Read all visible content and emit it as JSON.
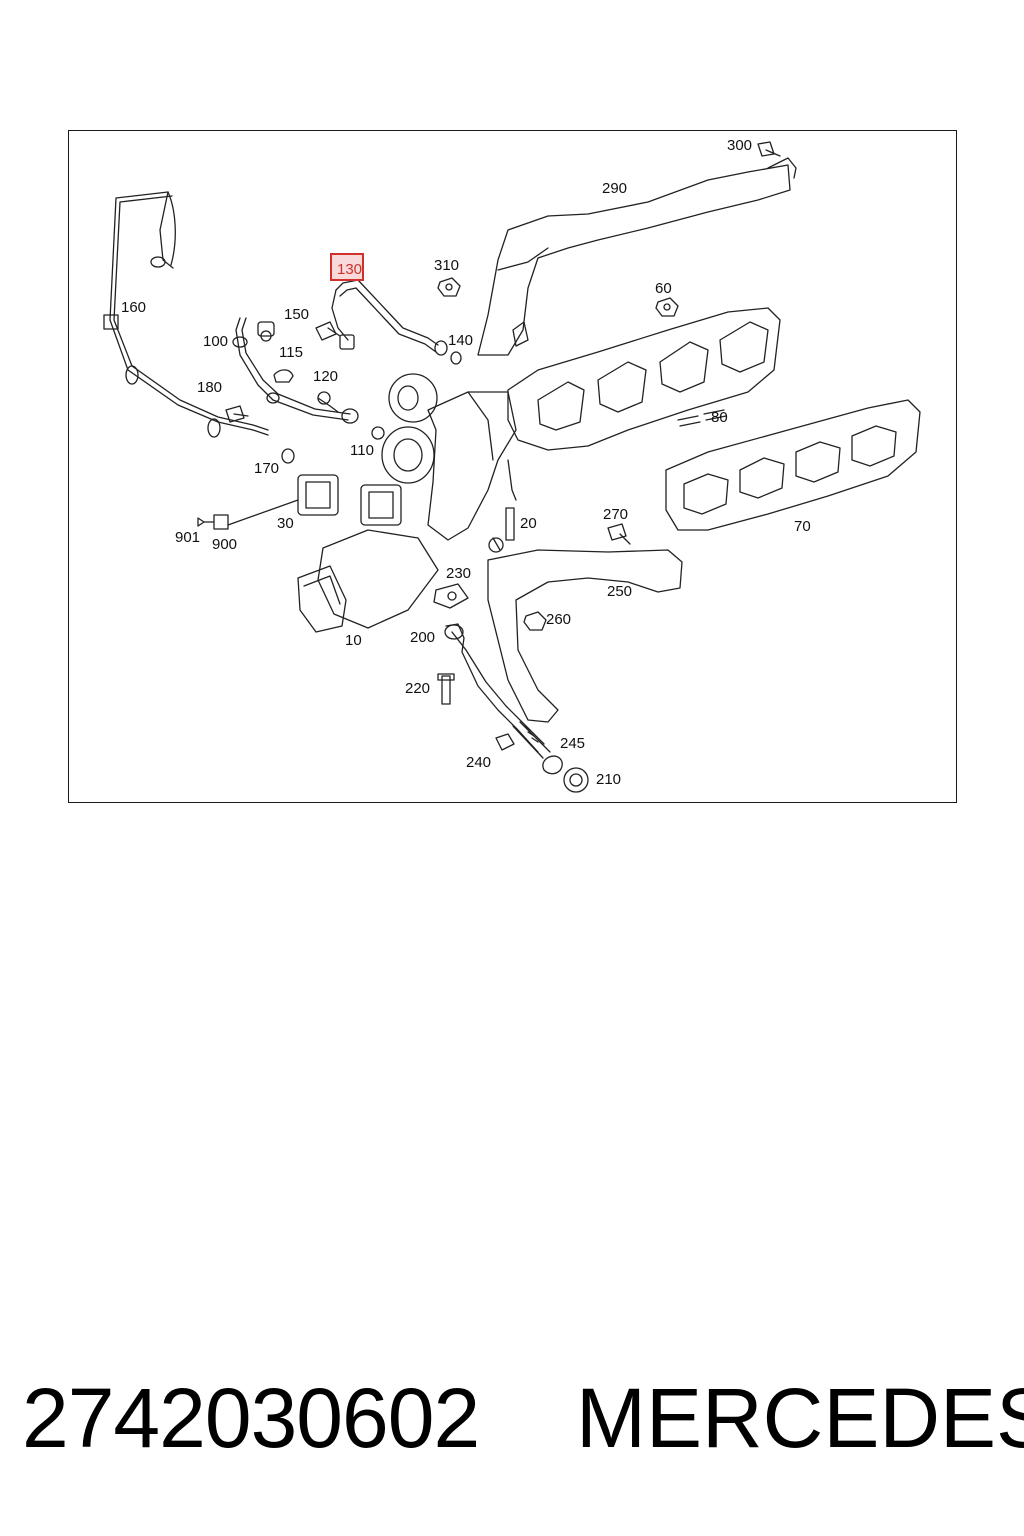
{
  "diagram": {
    "highlighted_callout": "130",
    "callouts": [
      {
        "id": "c300",
        "label": "300"
      },
      {
        "id": "c290",
        "label": "290"
      },
      {
        "id": "c130",
        "label": "130"
      },
      {
        "id": "c310",
        "label": "310"
      },
      {
        "id": "c160",
        "label": "160"
      },
      {
        "id": "c150",
        "label": "150"
      },
      {
        "id": "c60",
        "label": "60"
      },
      {
        "id": "c140",
        "label": "140"
      },
      {
        "id": "c100",
        "label": "100"
      },
      {
        "id": "c115",
        "label": "115"
      },
      {
        "id": "c120",
        "label": "120"
      },
      {
        "id": "c180",
        "label": "180"
      },
      {
        "id": "c80",
        "label": "80"
      },
      {
        "id": "c110",
        "label": "110"
      },
      {
        "id": "c170",
        "label": "170"
      },
      {
        "id": "c20",
        "label": "20"
      },
      {
        "id": "c270",
        "label": "270"
      },
      {
        "id": "c70",
        "label": "70"
      },
      {
        "id": "c30",
        "label": "30"
      },
      {
        "id": "c901",
        "label": "901"
      },
      {
        "id": "c900",
        "label": "900"
      },
      {
        "id": "c230",
        "label": "230"
      },
      {
        "id": "c250",
        "label": "250"
      },
      {
        "id": "c260",
        "label": "260"
      },
      {
        "id": "c200",
        "label": "200"
      },
      {
        "id": "c10",
        "label": "10"
      },
      {
        "id": "c220",
        "label": "220"
      },
      {
        "id": "c245",
        "label": "245"
      },
      {
        "id": "c240",
        "label": "240"
      },
      {
        "id": "c210",
        "label": "210"
      }
    ]
  },
  "footer": {
    "part_number": "2742030602",
    "brand": "MERCEDES"
  }
}
